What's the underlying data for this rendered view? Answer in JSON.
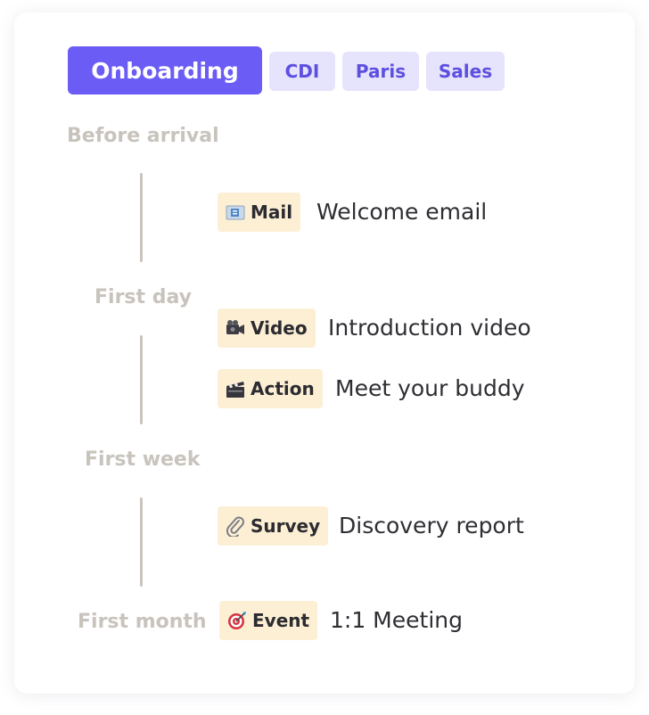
{
  "header": {
    "title": "Onboarding",
    "tags": [
      "CDI",
      "Paris",
      "Sales"
    ]
  },
  "phases": [
    {
      "label": "Before arrival",
      "steps": [
        {
          "type": "Mail",
          "icon": "mail-icon",
          "title": "Welcome email"
        }
      ]
    },
    {
      "label": "First day",
      "steps": [
        {
          "type": "Video",
          "icon": "video-camera-icon",
          "title": "Introduction video"
        },
        {
          "type": "Action",
          "icon": "clapperboard-icon",
          "title": "Meet your buddy"
        }
      ]
    },
    {
      "label": "First week",
      "steps": [
        {
          "type": "Survey",
          "icon": "paperclip-icon",
          "title": "Discovery report"
        }
      ]
    },
    {
      "label": "First month",
      "steps": [
        {
          "type": "Event",
          "icon": "target-icon",
          "title": "1:1 Meeting"
        }
      ]
    }
  ],
  "colors": {
    "accent": "#6b5cf6",
    "chip_bg": "#e6e3fc",
    "chip_text": "#5d4fe0",
    "badge_bg": "#fcefd4",
    "phase_text": "#c8c4bd",
    "timeline_line": "#c9c4bc"
  }
}
